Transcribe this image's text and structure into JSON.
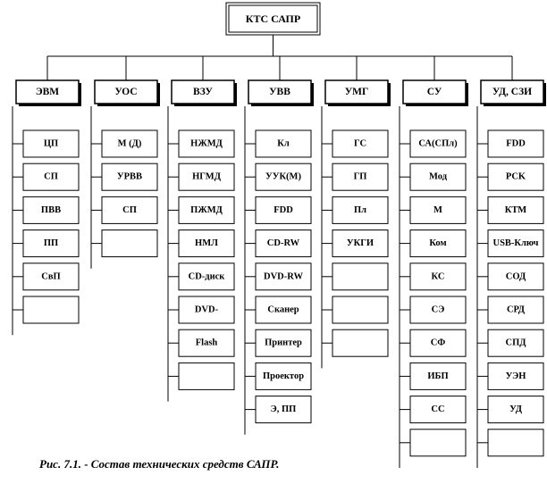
{
  "root": {
    "label": "КТС  САПР"
  },
  "columns": [
    {
      "label": "ЭВМ",
      "items": [
        "ЦП",
        "СП",
        "ПВВ",
        "ПП",
        "СвП",
        ""
      ]
    },
    {
      "label": "УОС",
      "items": [
        "М (Д)",
        "УРВВ",
        "СП",
        ""
      ]
    },
    {
      "label": "ВЗУ",
      "items": [
        "НЖМД",
        "НГМД",
        "ПЖМД",
        "НМЛ",
        "CD-диск",
        "DVD-",
        "Flash",
        ""
      ]
    },
    {
      "label": "УВВ",
      "items": [
        "Кл",
        "УУК(М)",
        "FDD",
        "CD-RW",
        "DVD-RW",
        "Сканер",
        "Принтер",
        "Проектор",
        "Э, ПП"
      ]
    },
    {
      "label": "УМГ",
      "items": [
        "ГС",
        "ГП",
        "Пл",
        "УКГИ",
        "",
        "",
        ""
      ]
    },
    {
      "label": "СУ",
      "items": [
        "СА(СПл)",
        "Мод",
        "М",
        "Ком",
        "КС",
        "СЭ",
        "СФ",
        "ИБП",
        "СС",
        ""
      ]
    },
    {
      "label": "УД, СЗИ",
      "items": [
        "FDD",
        "PCK",
        "КТМ",
        "USB-Ключ",
        "СОД",
        "СРД",
        "СПД",
        "УЭН",
        "УД",
        ""
      ]
    }
  ],
  "caption": "Рис. 7.1. - Состав технических средств САПР."
}
